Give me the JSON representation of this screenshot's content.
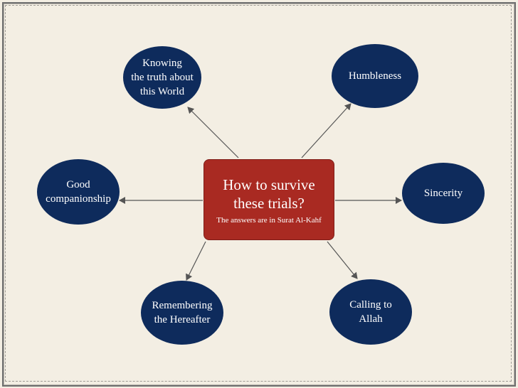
{
  "diagram": {
    "center": {
      "title": "How to survive\nthese trials?",
      "subtitle": "The answers are in Surat Al-Kahf"
    },
    "nodes": [
      {
        "id": "knowing-truth",
        "label": "Knowing\nthe truth about\nthis World"
      },
      {
        "id": "humbleness",
        "label": "Humbleness"
      },
      {
        "id": "good-companionship",
        "label": "Good\ncompanionship"
      },
      {
        "id": "sincerity",
        "label": "Sincerity"
      },
      {
        "id": "remembering-hereafter",
        "label": "Remembering\nthe Hereafter"
      },
      {
        "id": "calling-allah",
        "label": "Calling to\nAllah"
      }
    ],
    "colors": {
      "node_fill": "#0e2b5c",
      "center_fill": "#a92a22",
      "background": "#f3eee3",
      "arrow": "#555555"
    }
  }
}
